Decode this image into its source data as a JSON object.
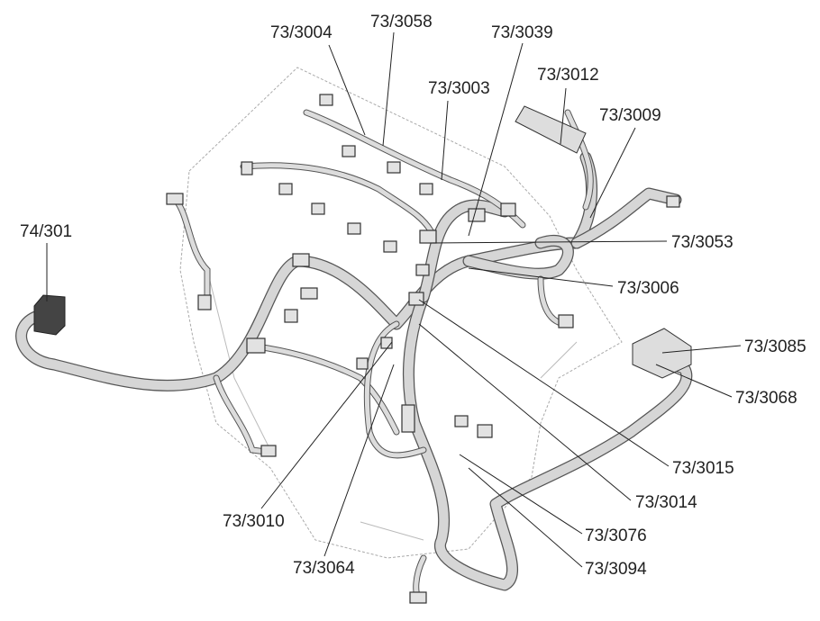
{
  "diagram": {
    "labels": {
      "l3004": "73/3004",
      "l3058": "73/3058",
      "l3039": "73/3039",
      "l3012": "73/3012",
      "l3003": "73/3003",
      "l3009": "73/3009",
      "l301": "74/301",
      "l3053": "73/3053",
      "l3006": "73/3006",
      "l3085": "73/3085",
      "l3068": "73/3068",
      "l3015": "73/3015",
      "l3014": "73/3014",
      "l3076": "73/3076",
      "l3094": "73/3094",
      "l3010": "73/3010",
      "l3064": "73/3064"
    },
    "colors": {
      "harness": "#d6d6d6",
      "outline": "#555555",
      "connector_dark": "#444444"
    }
  }
}
